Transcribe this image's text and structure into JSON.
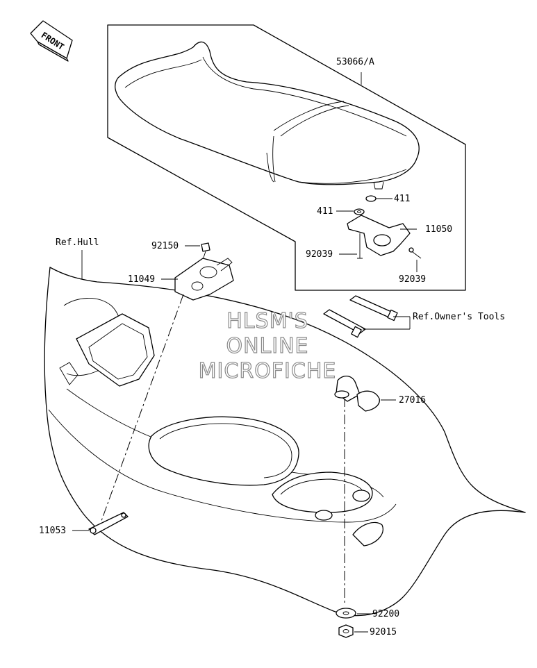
{
  "diagram": {
    "front_marker": "FRONT",
    "parts": [
      {
        "id": "p53066",
        "label": "53066/A"
      },
      {
        "id": "p411a",
        "label": "411"
      },
      {
        "id": "p411b",
        "label": "411"
      },
      {
        "id": "p11050",
        "label": "11050"
      },
      {
        "id": "p92039a",
        "label": "92039"
      },
      {
        "id": "p92039b",
        "label": "92039"
      },
      {
        "id": "p92150",
        "label": "92150"
      },
      {
        "id": "p11049",
        "label": "11049"
      },
      {
        "id": "p27016",
        "label": "27016"
      },
      {
        "id": "p11053",
        "label": "11053"
      },
      {
        "id": "p92200",
        "label": "92200"
      },
      {
        "id": "p92015",
        "label": "92015"
      }
    ],
    "references": [
      {
        "id": "hull",
        "label": "Ref.Hull"
      },
      {
        "id": "tools",
        "label": "Ref.Owner's Tools"
      }
    ],
    "watermark": [
      "HLSM'S",
      "ONLINE",
      "MICROFICHE"
    ]
  }
}
